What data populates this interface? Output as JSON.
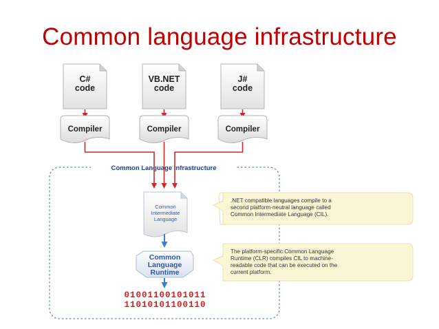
{
  "slide": {
    "title": "Common language infrastructure"
  },
  "diagram": {
    "languages": [
      {
        "line1": "C#",
        "line2": "code"
      },
      {
        "line1": "VB.NET",
        "line2": "code"
      },
      {
        "line1": "J#",
        "line2": "code"
      }
    ],
    "compiler_label": "Compiler",
    "cli_label": "Common Language Infrastructure",
    "cil": {
      "line1": "Common",
      "line2": "Intermediate",
      "line3": "Language"
    },
    "clr": {
      "line1": "Common",
      "line2": "Language",
      "line3": "Runtime"
    },
    "binary": {
      "line1": "01001100101011",
      "line2": "11010101100110"
    },
    "notes": {
      "cil": [
        ".NET compatible languages compile to a",
        "second platform-neutral language called",
        "Common Intermediate Language (CIL)."
      ],
      "clr": [
        "The platform-specific Common Language",
        "Runtime (CLR) compiles CIL to machine-",
        "readable code that can be executed on the",
        "current platform."
      ]
    },
    "colors": {
      "title": "#c00000",
      "compile_arrow": "#cc2a2a",
      "runtime_arrow": "#3a7fd6",
      "cli_border": "#5b7fb3",
      "note_bg": "#fbf6d6"
    }
  }
}
